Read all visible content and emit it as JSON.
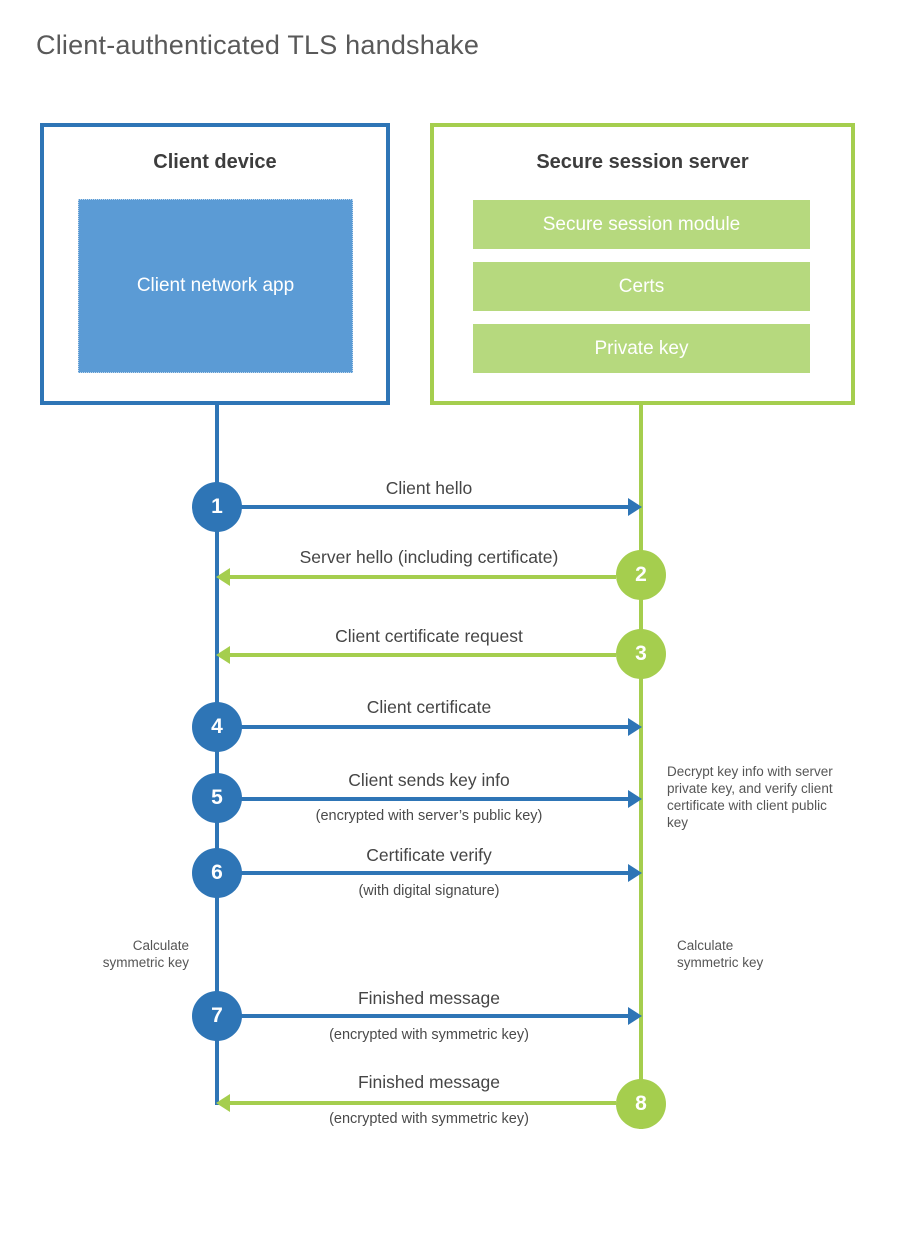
{
  "title": "Client-authenticated TLS handshake",
  "client": {
    "title": "Client device",
    "app_label": "Client network app"
  },
  "server": {
    "title": "Secure session server",
    "modules": [
      "Secure session module",
      "Certs",
      "Private key"
    ]
  },
  "messages": [
    {
      "step": "1",
      "label": "Client hello",
      "sublabel": "",
      "direction": "client-to-server"
    },
    {
      "step": "2",
      "label": "Server hello (including certificate)",
      "sublabel": "",
      "direction": "server-to-client"
    },
    {
      "step": "3",
      "label": "Client certificate request",
      "sublabel": "",
      "direction": "server-to-client"
    },
    {
      "step": "4",
      "label": "Client certificate",
      "sublabel": "",
      "direction": "client-to-server"
    },
    {
      "step": "5",
      "label": "Client sends key info",
      "sublabel": "(encrypted with server’s public key)",
      "direction": "client-to-server"
    },
    {
      "step": "6",
      "label": "Certificate verify",
      "sublabel": "(with digital signature)",
      "direction": "client-to-server"
    },
    {
      "step": "7",
      "label": "Finished message",
      "sublabel": "(encrypted with symmetric key)",
      "direction": "client-to-server"
    },
    {
      "step": "8",
      "label": "Finished message",
      "sublabel": "(encrypted with symmetric key)",
      "direction": "server-to-client"
    }
  ],
  "notes": {
    "server_decrypt": "Decrypt key info with server private key, and verify client certificate with client public key",
    "client_calculate": "Calculate symmetric key",
    "server_calculate": "Calculate symmetric key"
  },
  "colors": {
    "client_accent": "#2e75b6",
    "client_fill": "#5b9bd5",
    "server_accent": "#a5ce4e",
    "server_fill": "#b6d97e",
    "text_dark": "#454545",
    "text_gray": "#595959"
  }
}
